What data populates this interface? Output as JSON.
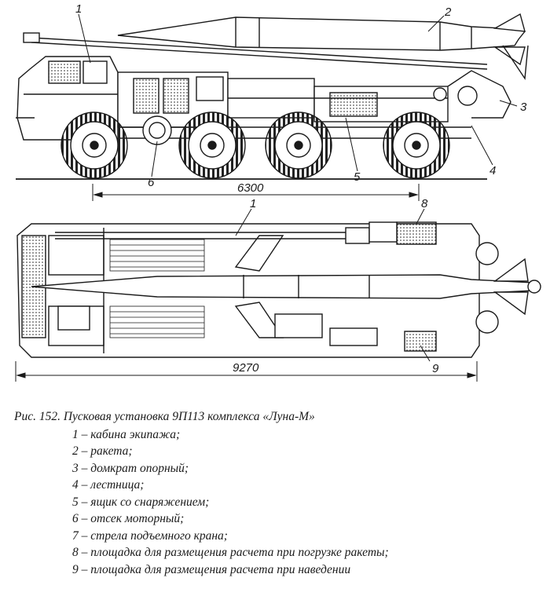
{
  "figure": {
    "caption_title": "Рис. 152. Пусковая установка 9П113 комплекса «Луна-М»",
    "legend": [
      "1 – кабина экипажа;",
      "2 – ракета;",
      "3 – домкрат опорный;",
      "4 – лестница;",
      "5 – ящик со снаряжением;",
      "6 – отсек моторный;",
      "7 – стрела подъемного крана;",
      "8 – площадка для размещения расчета при погрузке ракеты;",
      "9 – площадка для размещения расчета при наведении"
    ],
    "callouts": {
      "c1": "1",
      "c2": "2",
      "c3": "3",
      "c4": "4",
      "c5": "5",
      "c6": "6",
      "c1b": "1",
      "c8": "8",
      "c9": "9"
    },
    "dimensions": {
      "wheelbase": "6300",
      "overall_length": "9270"
    }
  }
}
